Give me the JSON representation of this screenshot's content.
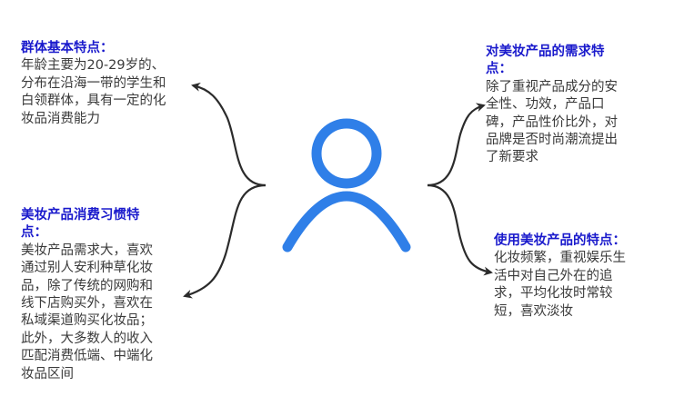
{
  "colors": {
    "title": "#1a1acc",
    "body_text": "#3a3a3a",
    "person_icon": "#2f7fe8",
    "arrow": "#2b2b2b"
  },
  "center": {
    "icon": "person-icon"
  },
  "blocks": {
    "group_basics": {
      "title": "群体基本特点：",
      "lines": [
        "年龄主要为20-29岁的、",
        "分布在沿海一带的学生和",
        "白领群体，具有一定的化",
        "妆品消费能力"
      ]
    },
    "consumption_habits": {
      "title_lines": [
        "美妆产品消费习惯特",
        "点："
      ],
      "lines": [
        "美妆产品需求大，喜欢",
        "通过别人安利种草化妆",
        "品，除了传统的网购和",
        "线下店购买外，喜欢在",
        "私域渠道购买化妆品；",
        "此外，大多数人的收入",
        "匹配消费低端、中端化",
        "妆品区间"
      ]
    },
    "demand_features": {
      "title_lines": [
        "对美妆产品的需求特",
        "点："
      ],
      "lines": [
        "除了重视产品成分的安",
        "全性、功效，产品口",
        "碑，产品性价比外，对",
        "品牌是否时尚潮流提出",
        "了新要求"
      ]
    },
    "usage_features": {
      "title": "使用美妆产品的特点：",
      "lines": [
        "化妆频繁，重视娱乐生",
        "活中对自己外在的追",
        "求，平均化妆时常较",
        "短，喜欢淡妆"
      ]
    }
  }
}
